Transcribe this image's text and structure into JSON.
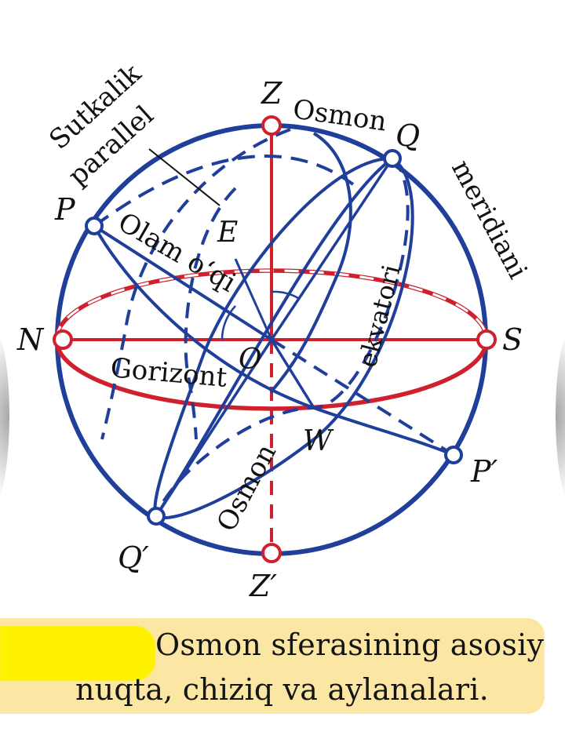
{
  "colors": {
    "blue": "#1f3f9a",
    "red": "#d0202e",
    "caption_bg": "#fbe7a3",
    "highlight": "#fff200"
  },
  "labels": {
    "Z": "Z",
    "Z_prime": "Z′",
    "Q": "Q",
    "Q_prime": "Q′",
    "P": "P",
    "P_prime": "P′",
    "N": "N",
    "S": "S",
    "O": "O",
    "E": "E",
    "W": "W",
    "osmon_top": "Osmon",
    "meridiani": "meridiani",
    "sutkalik": "Sutkalik",
    "parallel": "parallel",
    "olam_oqi": "Olam o‘qi",
    "ekvatori": "ekvatori",
    "osmon_bottom": "Osmon",
    "gorizont": "Gorizont"
  },
  "caption": {
    "line1": "Osmon sferasining asosiy",
    "line2": "nuqta, chiziq va aylanalari."
  }
}
